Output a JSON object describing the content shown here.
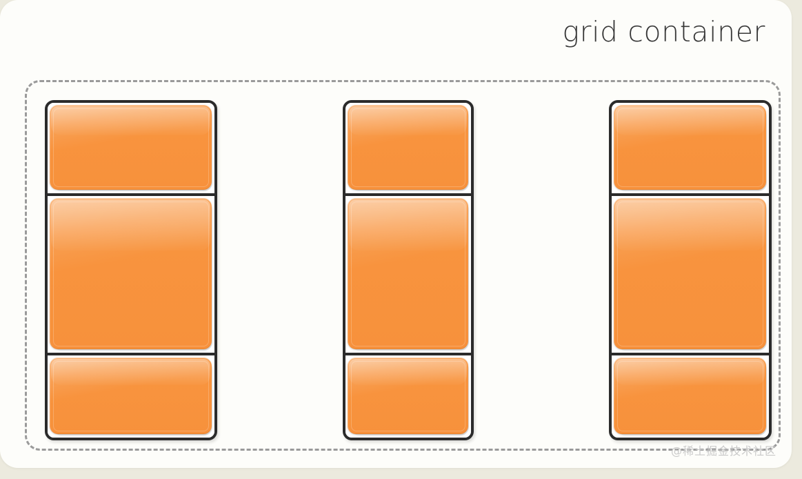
{
  "page": {
    "background_color": "#eceade",
    "card_color": "#fdfdfa"
  },
  "title": {
    "text": "grid container",
    "color": "#373737"
  },
  "grid_container": {
    "label": "grid container",
    "border_style": "dashed",
    "border_color": "#9a9a9a",
    "columns_count": 3,
    "rows_count": 3
  },
  "columns": [
    {
      "name": "column-1",
      "cells": [
        {
          "name": "cell-1-1",
          "size": "short"
        },
        {
          "name": "cell-1-2",
          "size": "tall"
        },
        {
          "name": "cell-1-3",
          "size": "short"
        }
      ]
    },
    {
      "name": "column-2",
      "cells": [
        {
          "name": "cell-2-1",
          "size": "short"
        },
        {
          "name": "cell-2-2",
          "size": "tall"
        },
        {
          "name": "cell-2-3",
          "size": "short"
        }
      ]
    },
    {
      "name": "column-3",
      "cells": [
        {
          "name": "cell-3-1",
          "size": "short"
        },
        {
          "name": "cell-3-2",
          "size": "tall"
        },
        {
          "name": "cell-3-3",
          "size": "short"
        }
      ]
    }
  ],
  "item_color": "#f7933c",
  "track_border_color": "#2b2b2b",
  "watermark": {
    "text": "@稀土掘金技术社区",
    "color": "#c9c9c9"
  }
}
